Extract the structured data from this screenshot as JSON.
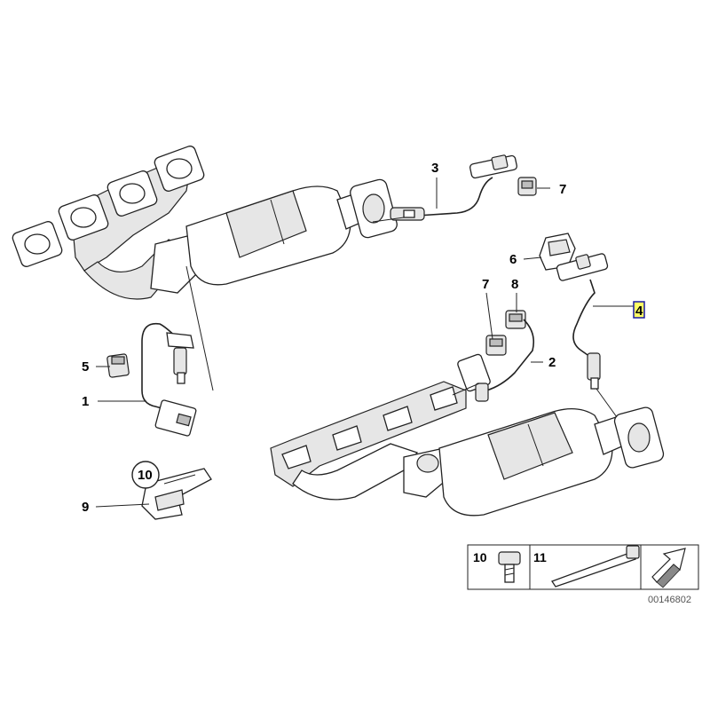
{
  "callouts": {
    "c1": "1",
    "c2": "2",
    "c3": "3",
    "c4": "4",
    "c5": "5",
    "c6": "6",
    "c7a": "7",
    "c7b": "7",
    "c8": "8",
    "c9": "9",
    "c10": "10"
  },
  "legend": {
    "item10": "10",
    "item11": "11"
  },
  "reference_number": "00146802",
  "colors": {
    "highlight_box": "#1a1aa0",
    "highlight_fill": "#ffff66"
  }
}
